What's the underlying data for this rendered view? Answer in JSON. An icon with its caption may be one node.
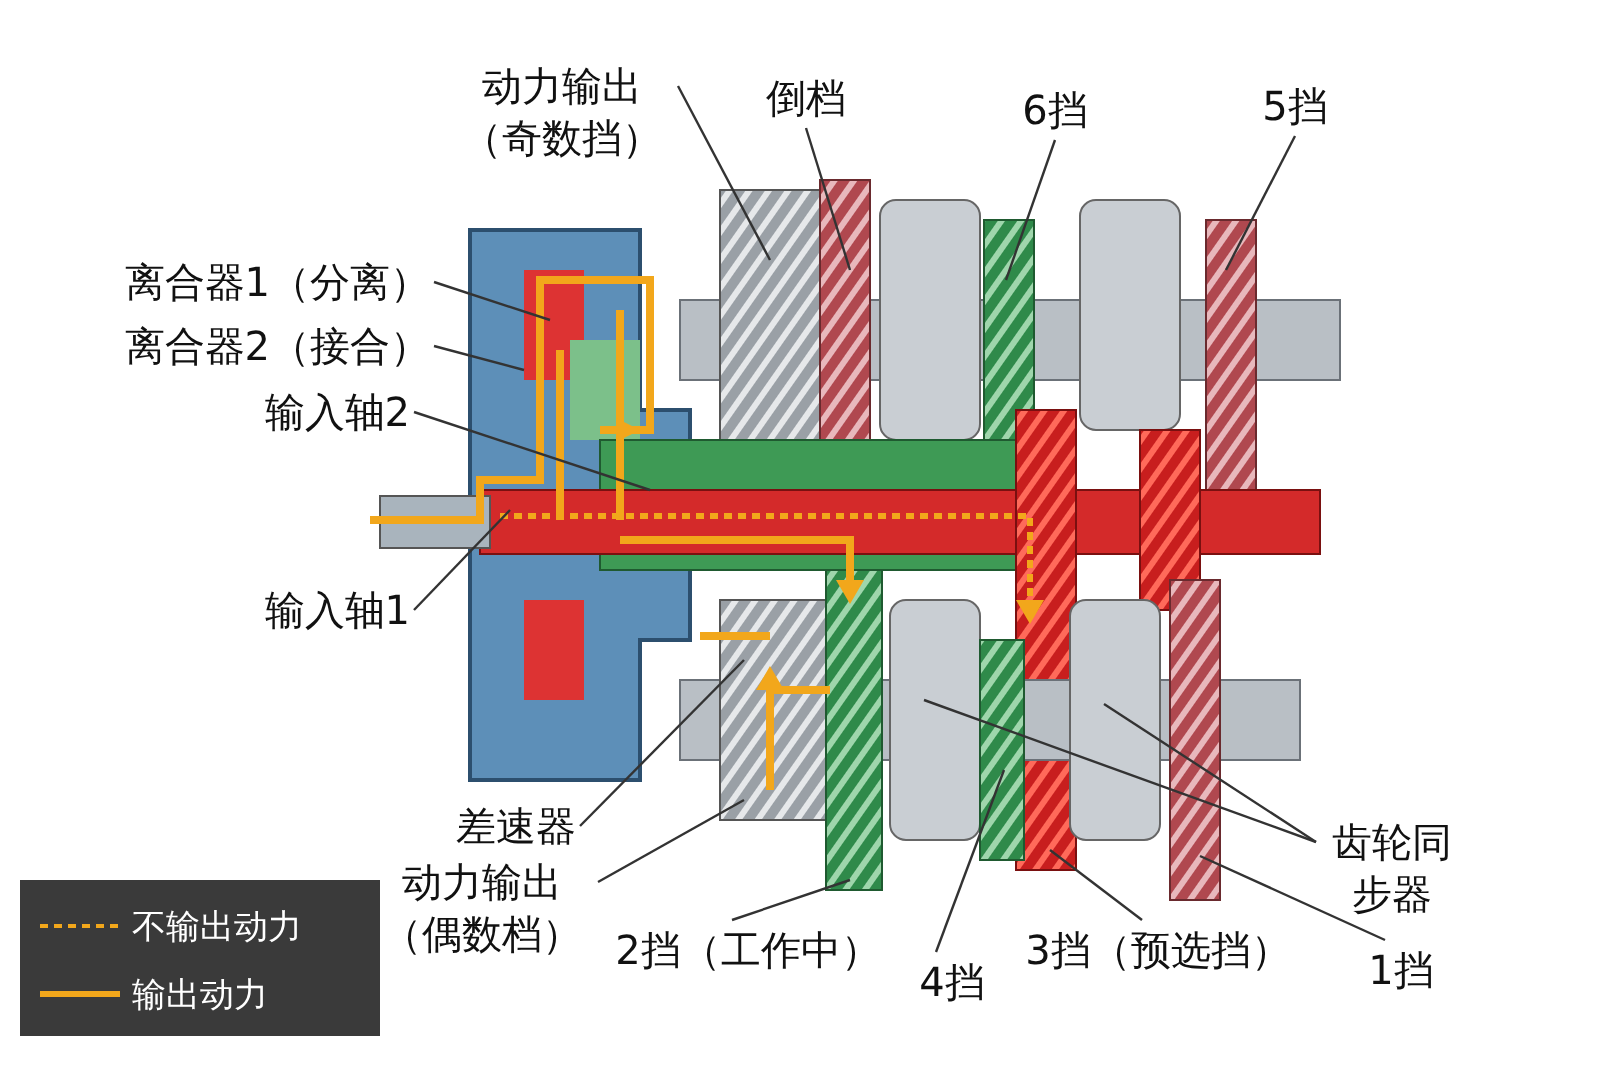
{
  "diagram": {
    "nodes": [
      {
        "text": [
          "动力输出（奇数挡）"
        ]
      },
      {
        "text": [
          "倒档"
        ]
      },
      {
        "text": [
          "6挡"
        ]
      },
      {
        "text": [
          "5挡"
        ]
      },
      {
        "text": [
          "离合器1（分离）"
        ]
      },
      {
        "text": [
          "离合器2（接合）"
        ]
      },
      {
        "text": [
          "输入轴2"
        ]
      },
      {
        "text": [
          "输入轴1"
        ]
      },
      {
        "text": [
          "差速器"
        ]
      },
      {
        "text": [
          "动力输出（偶数档）"
        ]
      },
      {
        "text": [
          "齿轮同步器"
        ]
      },
      {
        "text": [
          "2挡（工作中）"
        ]
      },
      {
        "text": [
          "4挡"
        ]
      },
      {
        "text": [
          "3挡（预选挡）"
        ]
      },
      {
        "text": [
          "1挡"
        ]
      }
    ],
    "edges": [
      {
        "from": 0,
        "to": null,
        "arrow": "none"
      },
      {
        "from": 1,
        "to": null,
        "arrow": "none"
      },
      {
        "from": 2,
        "to": null,
        "arrow": "none"
      },
      {
        "from": 3,
        "to": null,
        "arrow": "none"
      },
      {
        "from": 4,
        "to": null,
        "arrow": "none"
      },
      {
        "from": 5,
        "to": null,
        "arrow": "none"
      },
      {
        "from": 6,
        "to": null,
        "arrow": "none"
      },
      {
        "from": 7,
        "to": null,
        "arrow": "none"
      },
      {
        "from": 8,
        "to": null,
        "arrow": "none"
      },
      {
        "from": 9,
        "to": null,
        "arrow": "none"
      },
      {
        "from": 10,
        "to": null,
        "arrow": "none"
      },
      {
        "from": 10,
        "to": null,
        "arrow": "none"
      },
      {
        "from": 11,
        "to": null,
        "arrow": "none"
      },
      {
        "from": 12,
        "to": null,
        "arrow": "none"
      },
      {
        "from": 13,
        "to": null,
        "arrow": "none"
      },
      {
        "from": 14,
        "to": null,
        "arrow": "none"
      }
    ],
    "legend": [
      {
        "text": "不输出动力"
      },
      {
        "text": "输出动力"
      }
    ]
  }
}
